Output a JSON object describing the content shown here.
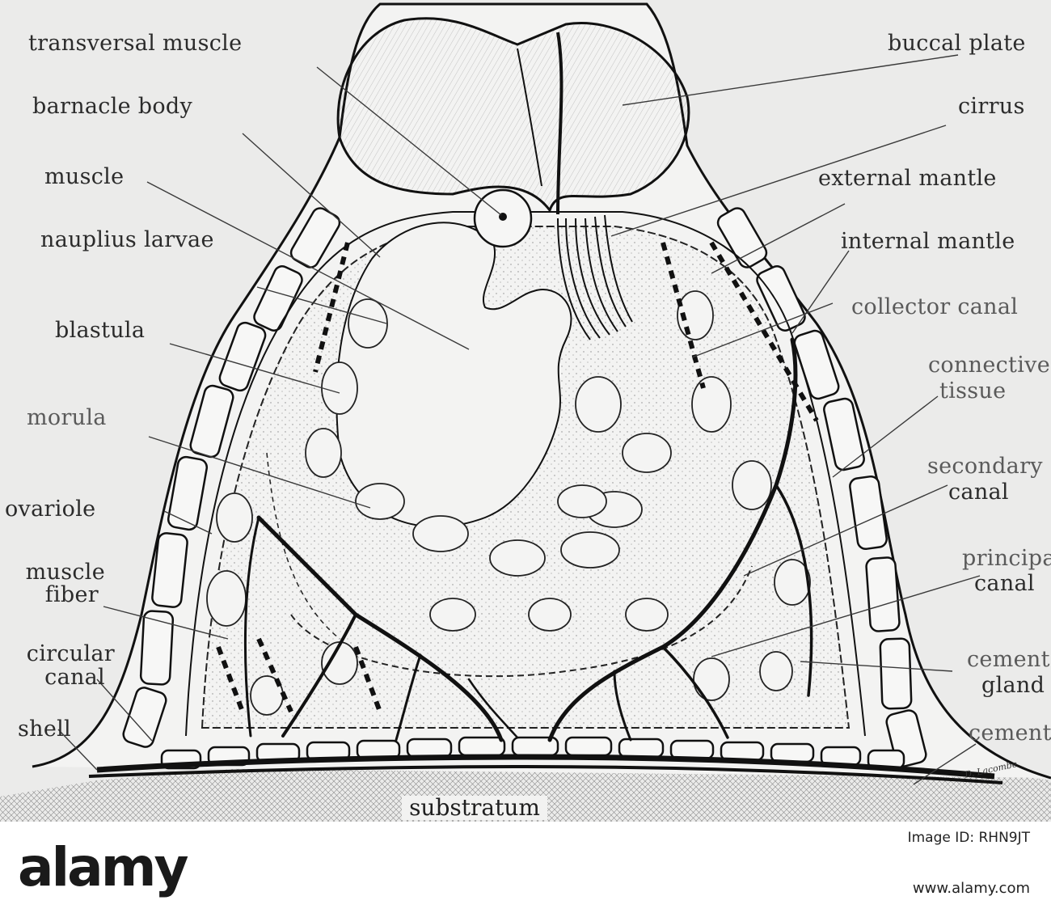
{
  "figure": {
    "labels_left": {
      "transversal_muscle": "transversal muscle",
      "barnacle_body": "barnacle body",
      "muscle": "muscle",
      "nauplius_larvae": "nauplius larvae",
      "blastula": "blastula",
      "morula": "morula",
      "ovariole": "ovariole",
      "muscle_fiber_1": "muscle",
      "muscle_fiber_2": "fiber",
      "circular_canal_1": "circular",
      "circular_canal_2": "canal",
      "shell": "shell"
    },
    "labels_right": {
      "buccal_plate": "buccal plate",
      "cirrus": "cirrus",
      "external_mantle": "external mantle",
      "internal_mantle": "internal mantle",
      "collector_canal": "collector canal",
      "connective_tissue_1": "connective",
      "connective_tissue_2": "tissue",
      "secondary_canal_1": "secondary",
      "secondary_canal_2": "canal",
      "principal_canal_1": "principal",
      "principal_canal_2": "canal",
      "cement_gland_1": "cement",
      "cement_gland_2": "gland",
      "cement": "cement"
    },
    "bottom_label": "substratum",
    "signature": "D. Lacombe",
    "colors": {
      "ink": "#111111",
      "paper": "#ebebea",
      "leader": "#3a3a3a"
    }
  },
  "stock": {
    "logo_text": "alamy",
    "image_id": "Image ID: RHN9JT",
    "url": "www.alamy.com"
  }
}
